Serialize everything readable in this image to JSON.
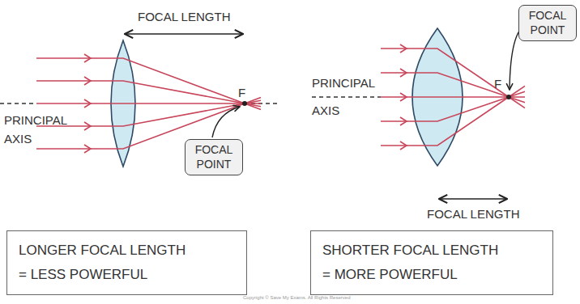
{
  "diagram": {
    "nodes": [
      {
        "text": [
          "FOCAL POINT"
        ]
      },
      {
        "text": [
          "FOCAL POINT"
        ]
      },
      {
        "text": [
          "LONGER FOCAL LENGTH = LESS POWERFUL"
        ]
      },
      {
        "text": [
          "SHORTER FOCAL LENGTH = MORE POWERFUL"
        ]
      }
    ],
    "labels": [
      "FOCAL LENGTH",
      "F",
      "PRINCIPAL AXIS",
      "PRINCIPAL AXIS",
      "F",
      "FOCAL LENGTH",
      "Copyright © Save My Exams. All Rights Reserved"
    ]
  }
}
